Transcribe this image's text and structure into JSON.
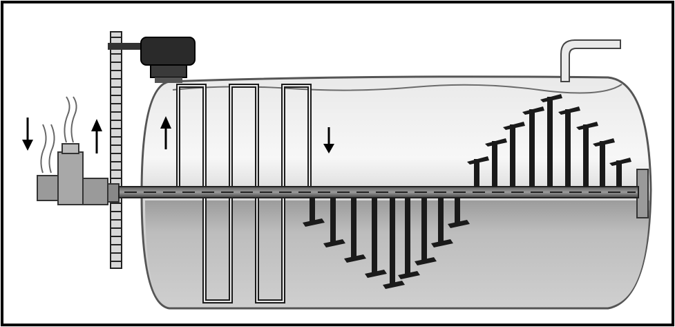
{
  "figure": {
    "subject": "horizontal-cylindrical-tank-with-rotating-shaft-and-paddles",
    "colors": {
      "frame": "#000000",
      "background": "#ffffff",
      "tank_light": "#f4f4f4",
      "tank_mid": "#cfcfcf",
      "tank_dark": "#8e8e8e",
      "liquid": "#c2c2c2",
      "metal_dark": "#1a1a1a",
      "motor": "#2a2a2a",
      "hatch": "#7a7a7a"
    },
    "arrows": [
      {
        "name": "inflow-arrow-left",
        "direction": "down"
      },
      {
        "name": "outflow-arrow-left",
        "direction": "up"
      },
      {
        "name": "flow-arrow-inside-left",
        "direction": "up"
      },
      {
        "name": "flow-arrow-inside-right",
        "direction": "down"
      }
    ]
  }
}
